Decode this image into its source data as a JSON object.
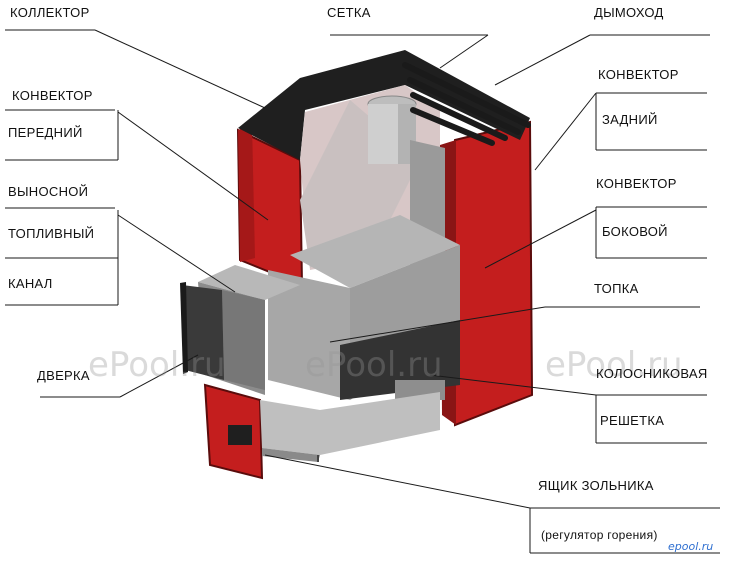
{
  "labels": {
    "kollektor": "КОЛЛЕКТОР",
    "setka": "СЕТКА",
    "dymokhod": "ДЫМОХОД",
    "konvektor_front_1": "КОНВЕКТОР",
    "konvektor_front_2": "ПЕРЕДНИЙ",
    "konvektor_back_1": "КОНВЕКТОР",
    "konvektor_back_2": "ЗАДНИЙ",
    "vynosnoy_1": "ВЫНОСНОЙ",
    "vynosnoy_2": "ТОПЛИВНЫЙ",
    "vynosnoy_3": "КАНАЛ",
    "konvektor_side_1": "КОНВЕКТОР",
    "konvektor_side_2": "БОКОВОЙ",
    "topka": "ТОПКА",
    "dverka": "ДВЕРКА",
    "kolosnik_1": "КОЛОСНИКОВАЯ",
    "kolosnik_2": "РЕШЕТКА",
    "yashchik_1": "ЯЩИК ЗОЛЬНИКА",
    "yashchik_2": "(регулятор горения)"
  },
  "watermark": "ePool.ru",
  "logo": "epool.ru",
  "colors": {
    "red": "#c41e1e",
    "dark_red": "#7a1010",
    "black": "#1a1a1a",
    "gray_light": "#d6d6d6",
    "gray_mid": "#a9a9a9",
    "gray_dark": "#7c7c7c",
    "pink_interior": "#d8c7c7"
  }
}
